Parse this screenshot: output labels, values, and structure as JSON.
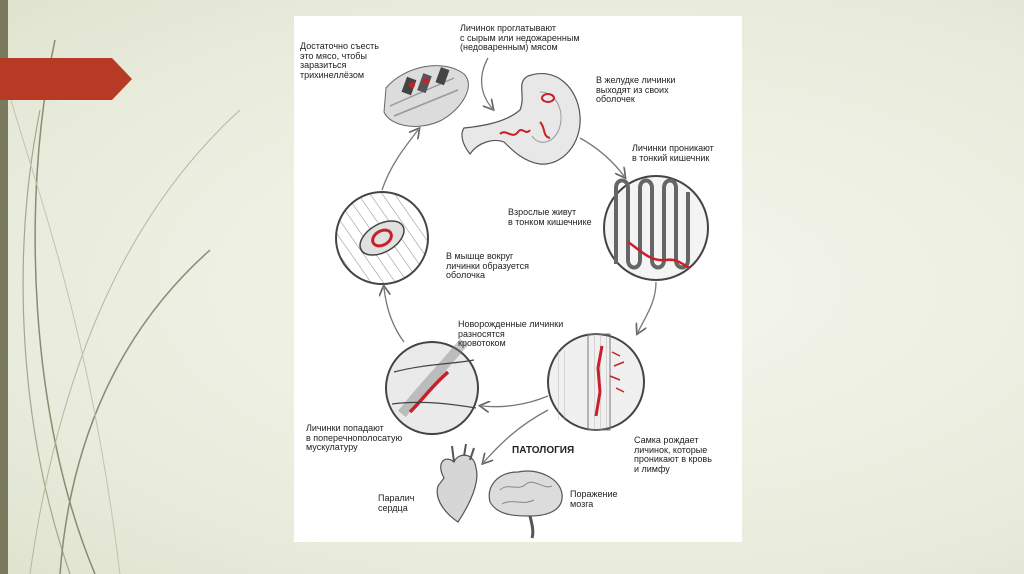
{
  "labels": {
    "eat_meat": "Достаточно съесть\nэто мясо, чтобы\nзаразиться\nтрихинеллёзом",
    "swallow": "Личинок проглатывают\nс сырым или недожаренным\n(недоваренным) мясом",
    "stomach": "В желудке личинки\nвыходят из своих\nоболочек",
    "penetrate_intestine": "Личинки проникают\nв тонкий кишечник",
    "adults_live": "Взрослые живут\nв тонком кишечнике",
    "muscle_capsule": "В мышце вокруг\nличинки образуется\nоболочка",
    "newborn_blood": "Новорожденные личинки\nразносятся\nкровотоком",
    "striated_muscle": "Личинки попадают\nв поперечнополосатую\nмускулатуру",
    "female_births": "Самка рождает\nличинок, которые\nпроникают в кровь\nи лимфу",
    "pathology": "ПАТОЛОГИЯ",
    "heart_paralysis": "Паралич\nсердца",
    "brain_damage": "Поражение\nмозга"
  },
  "colors": {
    "accent_red": "#b73a24",
    "larva_red": "#c8202a",
    "line_gray": "#555555"
  }
}
